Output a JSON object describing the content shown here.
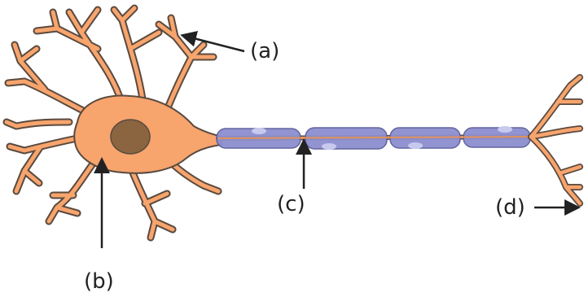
{
  "labels": {
    "a": "(a)",
    "b": "(b)",
    "c": "(c)",
    "d": "(d)"
  },
  "colors": {
    "cell_body": "#f7a46d",
    "outline": "#5a4a3f",
    "nucleus": "#8a6540",
    "myelin": "#8c8fcf",
    "myelin_highlight": "#c8c9ee",
    "arrow": "#222222",
    "label": "#222222"
  }
}
